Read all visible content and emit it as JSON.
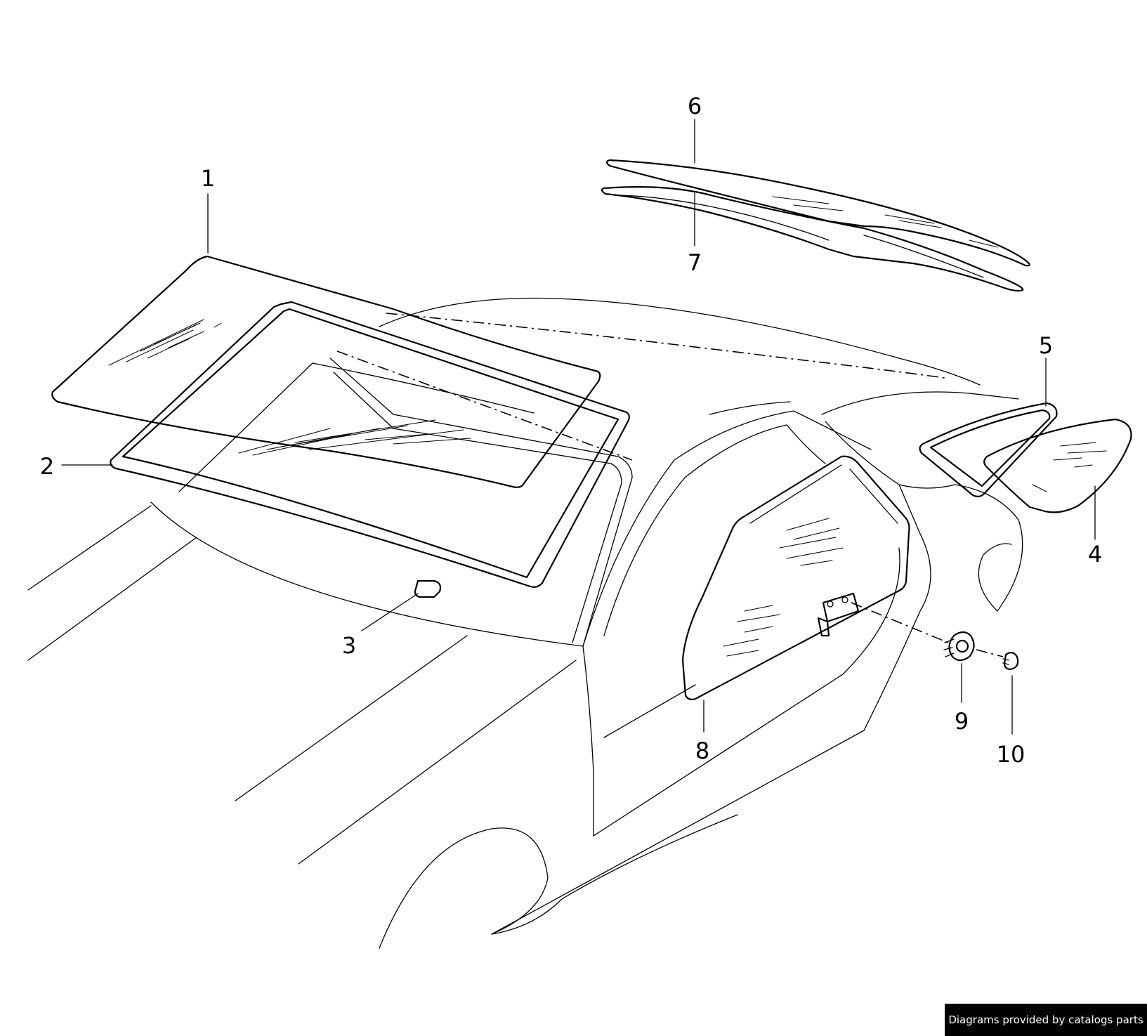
{
  "diagram": {
    "callouts": [
      "1",
      "2",
      "3",
      "4",
      "5",
      "6",
      "7",
      "8",
      "9",
      "10"
    ]
  },
  "credit": "Diagrams provided by catalogs parts"
}
